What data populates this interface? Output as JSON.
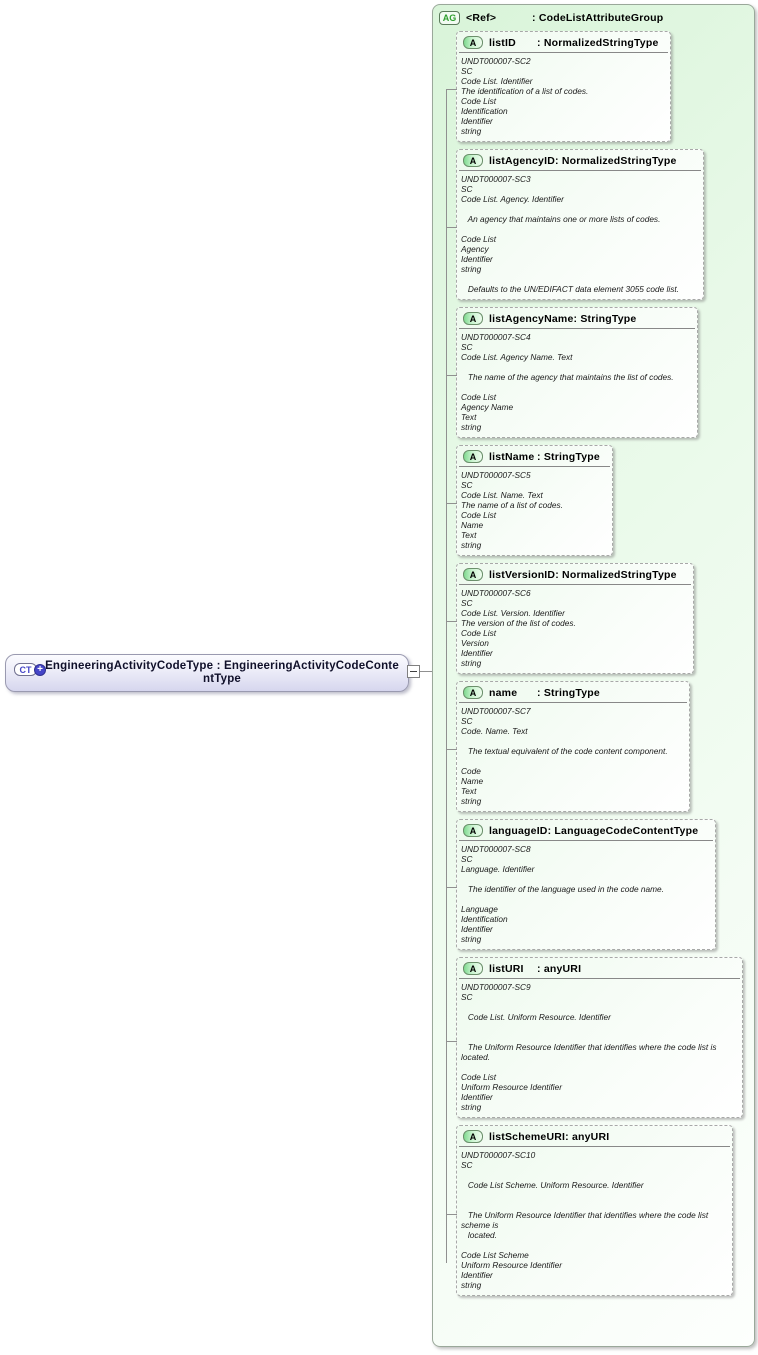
{
  "symbols": {
    "separator": ":",
    "plus": "+"
  },
  "ct_box": {
    "icon_label": "CT",
    "title": "EngineeringActivityCodeType : EngineeringActivityCodeContentType"
  },
  "attribute_group": {
    "icon_label": "AG",
    "ref_label": "<Ref>",
    "type": "CodeListAttributeGroup",
    "attributes": [
      {
        "icon_label": "A",
        "name": "listID",
        "type": "NormalizedStringType",
        "doc": "UNDT000007-SC2\nSC\nCode List. Identifier\nThe identification of a list of codes.\nCode List\nIdentification\nIdentifier\nstring"
      },
      {
        "icon_label": "A",
        "name": "listAgencyID",
        "type": "NormalizedStringType",
        "doc": "UNDT000007-SC3\nSC\nCode List. Agency. Identifier\n\n   An agency that maintains one or more lists of codes.\n\nCode List\nAgency\nIdentifier\nstring\n\n   Defaults to the UN/EDIFACT data element 3055 code list."
      },
      {
        "icon_label": "A",
        "name": "listAgencyName",
        "type": "StringType",
        "doc": "UNDT000007-SC4\nSC\nCode List. Agency Name. Text\n\n   The name of the agency that maintains the list of codes.\n\nCode List\nAgency Name\nText\nstring"
      },
      {
        "icon_label": "A",
        "name": "listName",
        "type": "StringType",
        "doc": "UNDT000007-SC5\nSC\nCode List. Name. Text\nThe name of a list of codes.\nCode List\nName\nText\nstring"
      },
      {
        "icon_label": "A",
        "name": "listVersionID",
        "type": "NormalizedStringType",
        "doc": "UNDT000007-SC6\nSC\nCode List. Version. Identifier\nThe version of the list of codes.\nCode List\nVersion\nIdentifier\nstring"
      },
      {
        "icon_label": "A",
        "name": "name",
        "type": "StringType",
        "doc": "UNDT000007-SC7\nSC\nCode. Name. Text\n\n   The textual equivalent of the code content component.\n\nCode\nName\nText\nstring"
      },
      {
        "icon_label": "A",
        "name": "languageID",
        "type": "LanguageCodeContentType",
        "doc": "UNDT000007-SC8\nSC\nLanguage. Identifier\n\n   The identifier of the language used in the code name.\n\nLanguage\nIdentification\nIdentifier\nstring"
      },
      {
        "icon_label": "A",
        "name": "listURI",
        "type": "anyURI",
        "doc": "UNDT000007-SC9\nSC\n\n   Code List. Uniform Resource. Identifier\n\n\n   The Uniform Resource Identifier that identifies where the code list is\nlocated.\n\nCode List\nUniform Resource Identifier\nIdentifier\nstring"
      },
      {
        "icon_label": "A",
        "name": "listSchemeURI",
        "type": "anyURI",
        "doc": "UNDT000007-SC10\nSC\n\n   Code List Scheme. Uniform Resource. Identifier\n\n\n   The Uniform Resource Identifier that identifies where the code list\nscheme is\n   located.\n\nCode List Scheme\nUniform Resource Identifier\nIdentifier\nstring"
      }
    ]
  },
  "colors": {
    "group-fill": "#d9f4d9",
    "attr-fill": "#eefaee",
    "ct-fill": "#d6d6ee",
    "icon-green": "#7fd98f",
    "icon-text-green": "#2e9e2e",
    "ct-icon-blue": "#4545c8",
    "line-gray": "#909090",
    "line-mid": "#9a9ab0"
  }
}
